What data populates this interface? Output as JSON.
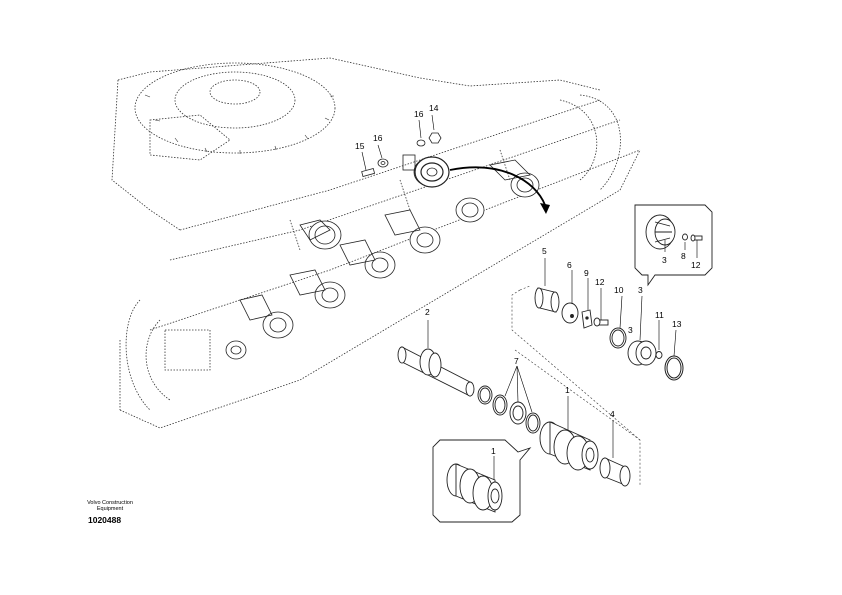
{
  "brand": {
    "line1": "Volvo Construction",
    "line2": "Equipment"
  },
  "document_number": "1020488",
  "callouts": {
    "c14": "14",
    "c16a": "16",
    "c15": "15",
    "c16b": "16",
    "c5": "5",
    "c6": "6",
    "c9": "9",
    "c12a": "12",
    "c10": "10",
    "c3a": "3",
    "c3b": "3",
    "c8": "8",
    "c12b": "12",
    "c2": "2",
    "c7": "7",
    "c11": "11",
    "c13": "13",
    "c3c": "3",
    "c1a": "1",
    "c4": "4",
    "c1b": "1"
  }
}
